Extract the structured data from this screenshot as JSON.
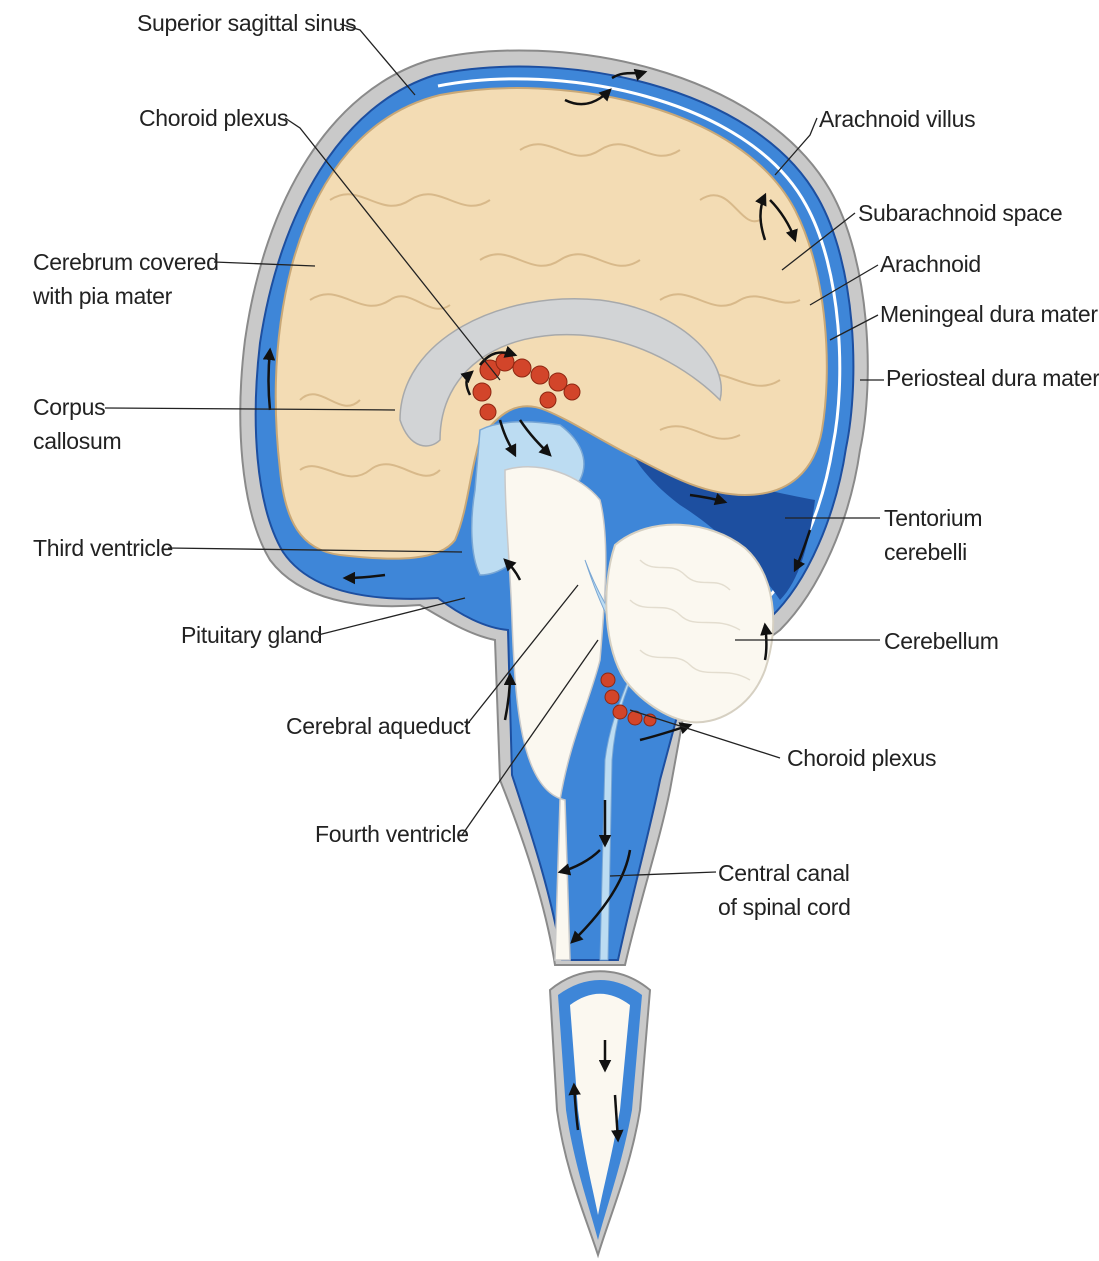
{
  "labels": {
    "superior_sagittal_sinus": "Superior sagittal sinus",
    "choroid_plexus_top": "Choroid plexus",
    "arachnoid_villus": "Arachnoid villus",
    "subarachnoid_space": "Subarachnoid space",
    "arachnoid": "Arachnoid",
    "meningeal_dura_mater": "Meningeal dura mater",
    "periosteal_dura_mater": "Periosteal dura mater",
    "cerebrum_line1": "Cerebrum covered",
    "cerebrum_line2": "with pia mater",
    "corpus_line1": "Corpus",
    "corpus_line2": "callosum",
    "third_ventricle": "Third ventricle",
    "tentorium_line1": "Tentorium",
    "tentorium_line2": "cerebelli",
    "pituitary_gland": "Pituitary gland",
    "cerebellum": "Cerebellum",
    "cerebral_aqueduct": "Cerebral aqueduct",
    "choroid_plexus_bottom": "Choroid plexus",
    "fourth_ventricle": "Fourth ventricle",
    "central_canal_line1": "Central canal",
    "central_canal_line2": "of spinal cord"
  },
  "colors": {
    "dura_gray": "#c9c9c9",
    "csf_blue": "#3e86d8",
    "dark_blue": "#1d4fa0",
    "light_blue": "#bcdcf2",
    "brain_tan": "#f3dcb4",
    "corpus_gray": "#d2d4d6",
    "choroid_red": "#d2452a",
    "cerebellum_white": "#fbf8f0",
    "leader_line": "#222222"
  }
}
